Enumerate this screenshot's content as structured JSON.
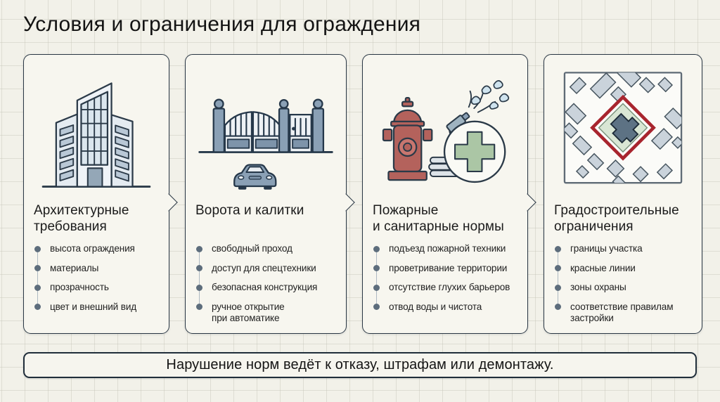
{
  "title": "Условия и ограничения для ограждения",
  "cards": [
    {
      "icon": "building-icon",
      "title": "Архитектурные\nтребования",
      "items": [
        "высота ограждения",
        "материалы",
        "прозрачность",
        "цвет и внешний вид"
      ]
    },
    {
      "icon": "gate-icon",
      "title": "Ворота и калитки",
      "items": [
        "свободный проход",
        "доступ для спецтехники",
        "безопасная конструкция",
        "ручное открытие\nпри автоматике"
      ]
    },
    {
      "icon": "fire-hydrant-sanitary-icon",
      "title": "Пожарные\nи санитарные нормы",
      "items": [
        "подъезд пожарной техники",
        "проветривание территории",
        "отсутствие глухих барьеров",
        "отвод воды и чистота"
      ]
    },
    {
      "icon": "city-plan-icon",
      "title": "Градостроительные\nограничения",
      "items": [
        "границы участка",
        "красные линии",
        "зоны охраны",
        "соответствие правилам\nзастройки"
      ]
    }
  ],
  "footer": {
    "text": "Нарушение норм ведёт к отказу, штрафам или демонтажу."
  },
  "colors": {
    "page_bg": "#f2f1e9",
    "card_bg": "#f7f6ef",
    "outline": "#2a3744",
    "red_boundary": "#a8252e",
    "hydrant_red": "#b4625c",
    "cross_green": "#abc6a5",
    "steel_blue": "#8aa0b5"
  }
}
